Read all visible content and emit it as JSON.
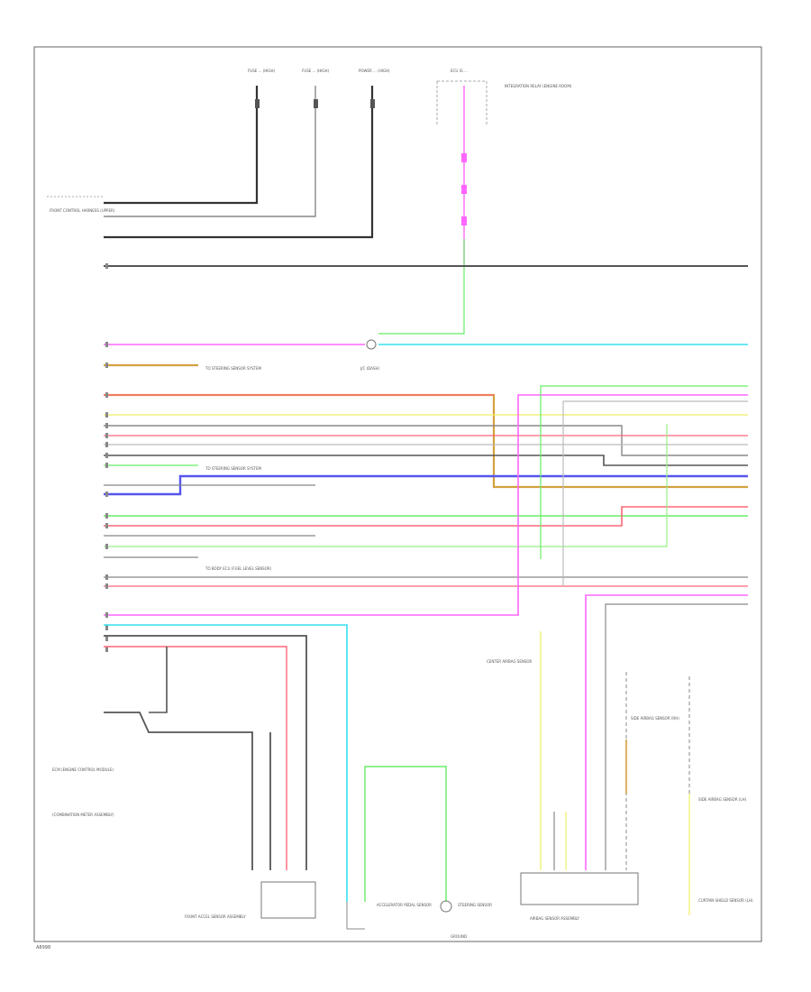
{
  "diagram": {
    "page_number": "A8998",
    "top_sources": [
      {
        "id": "src1",
        "label": "FUSE ... (HIGH)"
      },
      {
        "id": "src2",
        "label": "FUSE ... (HIGH)"
      },
      {
        "id": "src3",
        "label": "POWER ... (HIGH)"
      },
      {
        "id": "src4",
        "label": "ECU IG ..."
      }
    ],
    "left_labels": {
      "front_harness": "FRONT CONTROL HARNESS (UPPER)",
      "ecu_main": "ECM (ENGINE CONTROL MODULE)",
      "ecu_sub": "(COMBINATION METER ASSEMBLY)"
    },
    "component_labels": {
      "relay_box": "INTEGRATION RELAY (ENGINE ROOM)",
      "junction": "J/C (DASH)",
      "ground_pt": "GROUND",
      "front_sensor": "FRONT ACCEL SENSOR ASSEMBLY",
      "accel_sensor": "ACCELERATOR PEDAL SENSOR",
      "airbag_sensor": "AIRBAG SENSOR ASSEMBLY",
      "center_airbag": "CENTER AIRBAG SENSOR",
      "steering_sensor": "STEERING SENSOR",
      "right_sensor": "SIDE AIRBAG SENSOR (RH)",
      "left_sensor": "SIDE AIRBAG SENSOR (LH)",
      "curtain_sensor": "CURTAIN SHIELD SENSOR (LH)",
      "annotation1": "TO STEERING SENSOR SYSTEM",
      "annotation2": "TO STEERING SENSOR SYSTEM",
      "annotation3": "TO BODY ECU (FUEL LEVEL SENSOR)"
    },
    "wire_colors": {
      "black": "#333333",
      "gray": "#888888",
      "pink": "#ff66ff",
      "cyan": "#33e0f0",
      "green": "#66ee66",
      "lightgreen": "#99ee88",
      "red": "#ff6677",
      "orange": "#d4a040",
      "yellow": "#eeee66",
      "blue": "#5555ee",
      "lightgray": "#bbbbbb"
    }
  }
}
